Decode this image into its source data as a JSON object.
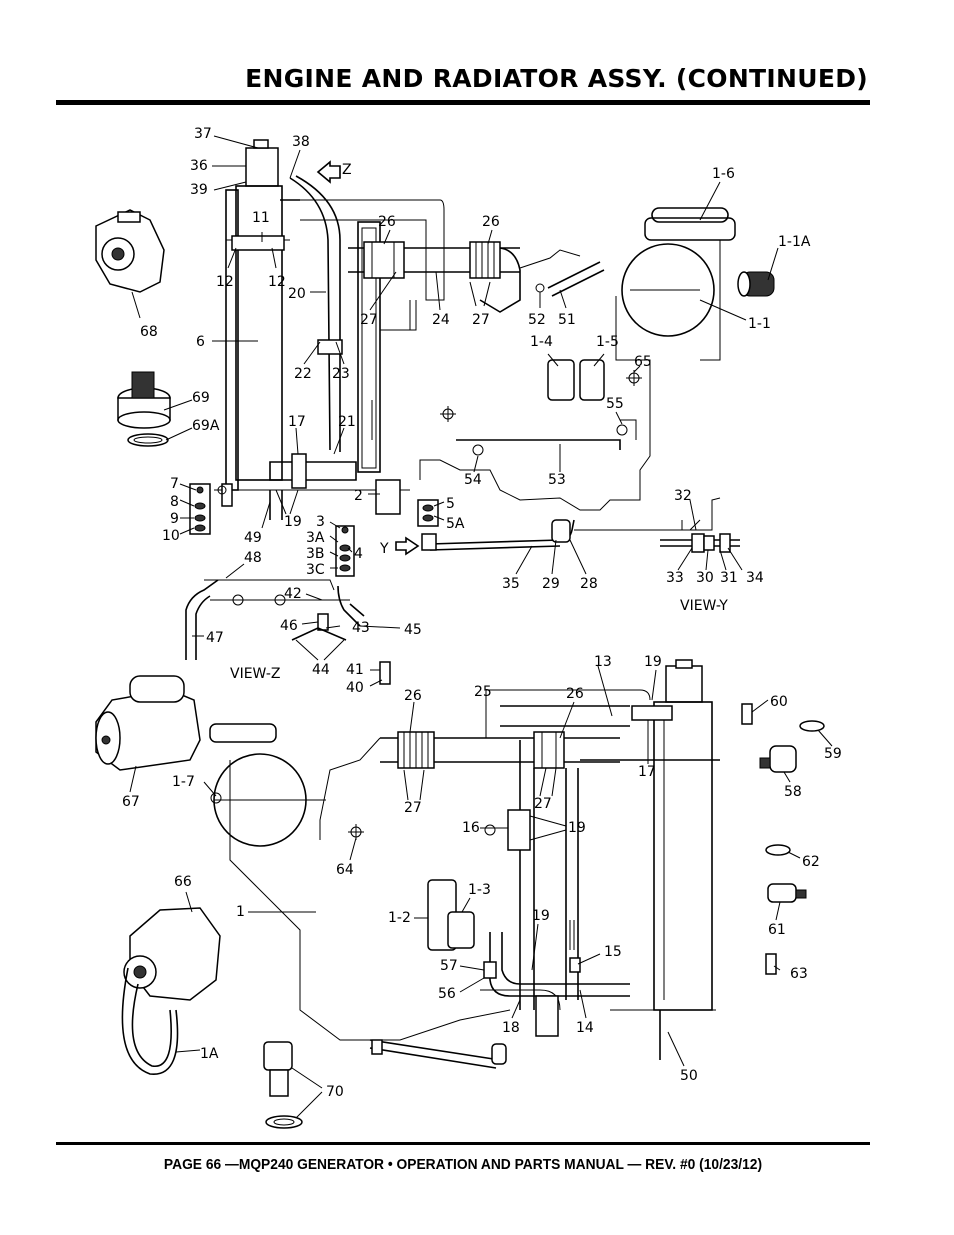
{
  "header": {
    "title": "ENGINE AND RADIATOR ASSY. (CONTINUED)"
  },
  "footer": {
    "text": "PAGE 66 —MQP240 GENERATOR • OPERATION AND PARTS MANUAL — REV. #0 (10/23/12)"
  },
  "diagram": {
    "view_labels": {
      "view_y": "VIEW-Y",
      "view_z": "VIEW-Z"
    },
    "arrow_labels": {
      "z": "Z",
      "y": "Y"
    },
    "callouts": {
      "c37": "37",
      "c38": "38",
      "c36": "36",
      "c39": "39",
      "c1_6": "1-6",
      "c11": "11",
      "c26a": "26",
      "c26b": "26",
      "c1_1a": "1-1A",
      "c12a": "12",
      "c12b": "12",
      "c20": "20",
      "c68": "68",
      "c27a": "27",
      "c24": "24",
      "c27b": "27",
      "c52": "52",
      "c51": "51",
      "c1_1": "1-1",
      "c6": "6",
      "c1_4": "1-4",
      "c1_5": "1-5",
      "c65": "65",
      "c22": "22",
      "c23": "23",
      "c69": "69",
      "c55": "55",
      "c69a": "69A",
      "c17a": "17",
      "c21": "21",
      "c7": "7",
      "c8": "8",
      "c9": "9",
      "c10": "10",
      "c54": "54",
      "c53": "53",
      "c2": "2",
      "c5": "5",
      "c32": "32",
      "c49": "49",
      "c19a": "19",
      "c3": "3",
      "c5a": "5A",
      "c3a": "3A",
      "c4": "4",
      "c3b": "3B",
      "c3c": "3C",
      "c48": "48",
      "c35": "35",
      "c29": "29",
      "c28": "28",
      "c33": "33",
      "c30": "30",
      "c31": "31",
      "c34": "34",
      "c42": "42",
      "c46": "46",
      "c43": "43",
      "c45": "45",
      "c47": "47",
      "c44": "44",
      "c41": "41",
      "c40": "40",
      "c13": "13",
      "c19b": "19",
      "c26c": "26",
      "c25": "25",
      "c26d": "26",
      "c60": "60",
      "c59": "59",
      "c67": "67",
      "c1_7": "1-7",
      "c17b": "17",
      "c58": "58",
      "c27c": "27",
      "c27d": "27",
      "c16": "16",
      "c19c": "19",
      "c64": "64",
      "c62": "62",
      "c66": "66",
      "c1_3": "1-3",
      "c1": "1",
      "c1_2": "1-2",
      "c19d": "19",
      "c61": "61",
      "c15": "15",
      "c63": "63",
      "c57": "57",
      "c56": "56",
      "c18": "18",
      "c14": "14",
      "c1a": "1A",
      "c70": "70",
      "c50": "50"
    }
  }
}
